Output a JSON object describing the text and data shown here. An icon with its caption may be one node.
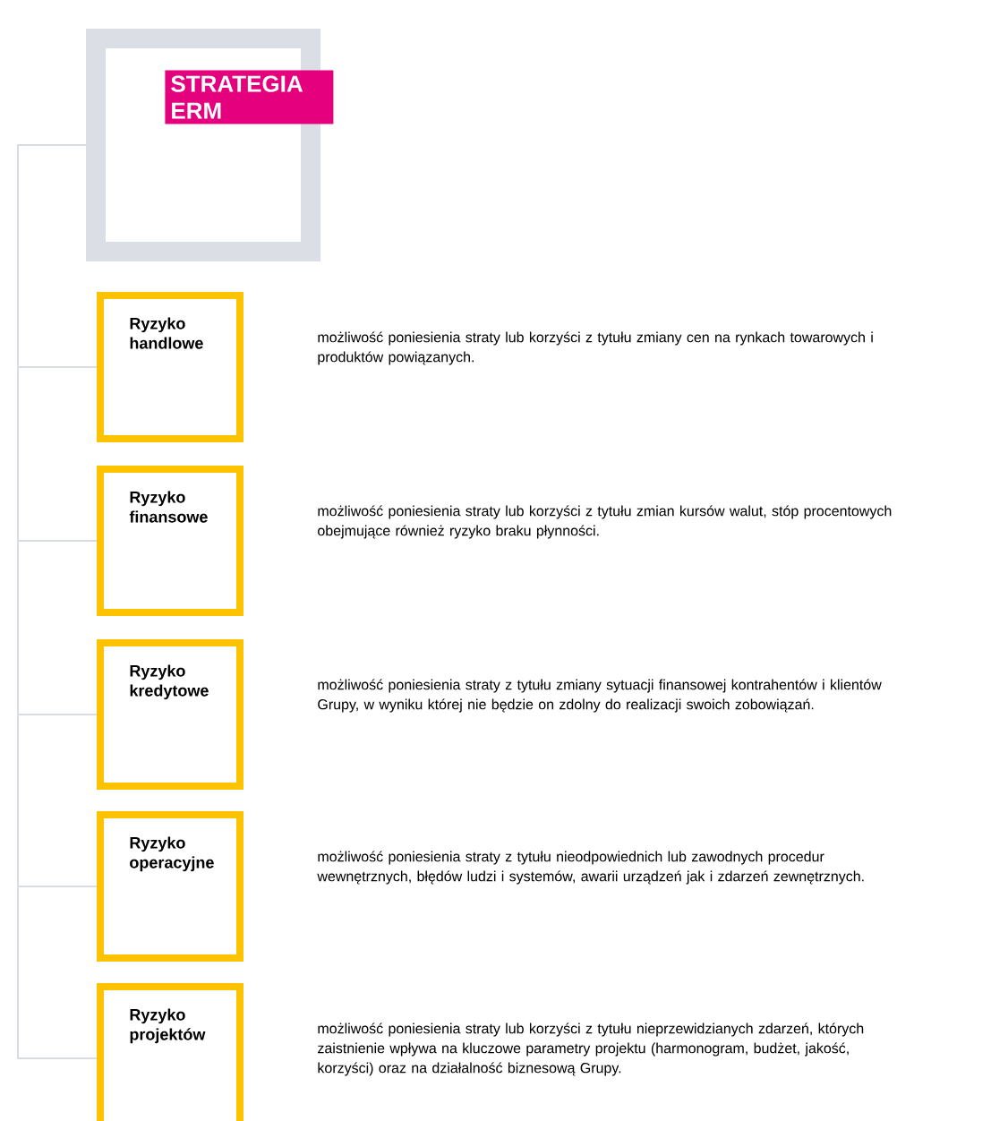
{
  "diagram": {
    "nodes": [
      {
        "text": [
          "STRATEGIA ERM"
        ]
      },
      {
        "text": [
          "Ryzyko handlowe"
        ]
      },
      {
        "text": [
          "Ryzyko finansowe"
        ]
      },
      {
        "text": [
          "Ryzyko kredytowe"
        ]
      },
      {
        "text": [
          "Ryzyko operacyjne"
        ]
      },
      {
        "text": [
          "Ryzyko projektów"
        ]
      }
    ],
    "edges": [
      {
        "from": 0,
        "to": 1,
        "arrow": "none"
      },
      {
        "from": 0,
        "to": 2,
        "arrow": "none"
      },
      {
        "from": 0,
        "to": 3,
        "arrow": "none"
      },
      {
        "from": 0,
        "to": 4,
        "arrow": "none"
      },
      {
        "from": 0,
        "to": 5,
        "arrow": "none"
      }
    ],
    "labels": [
      "możliwość poniesienia straty lub korzyści z tytułu zmiany cen na rynkach towarowych i produktów powiązanych.",
      "możliwość poniesienia straty lub korzyści z tytułu zmian kursów walut, stóp procentowych obejmujące również ryzyko braku płynności.",
      "możliwość poniesienia straty z tytułu zmiany sytuacji finansowej kontrahentów i klientów Grupy, w wyniku której nie będzie on zdolny do realizacji swoich zobowiązań.",
      "możliwość poniesienia straty z tytułu nieodpowiednich lub zawodnych procedur wewnętrznych, błędów ludzi i systemów, awarii urządzeń jak i zdarzeń zewnętrznych.",
      "możliwość poniesienia straty lub korzyści z tytułu nieprzewidzianych zdarzeń, których zaistnienie wpływa na kluczowe parametry projektu (harmonogram, budżet, jakość, korzyści) oraz na działalność biznesową Grupy."
    ]
  }
}
